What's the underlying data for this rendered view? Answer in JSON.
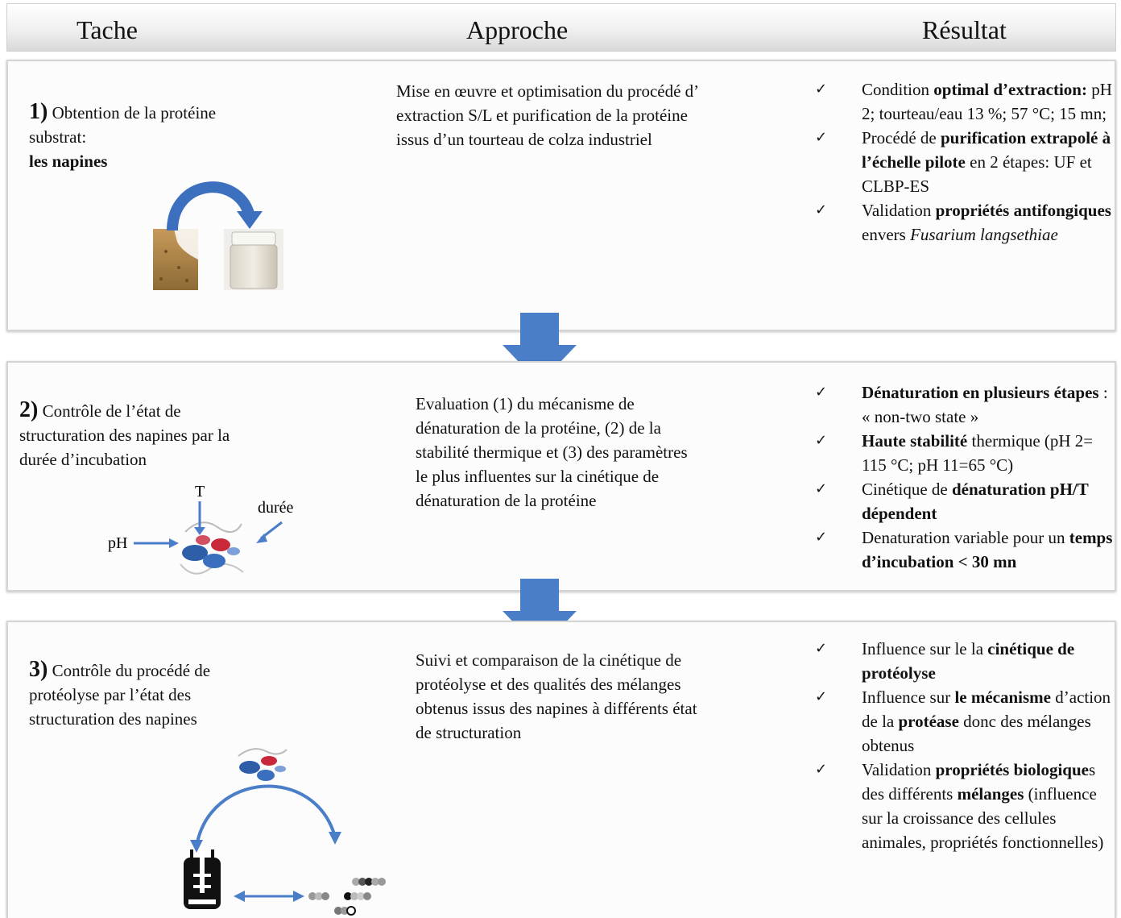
{
  "header": {
    "col_task": "Tache",
    "col_approach": "Approche",
    "col_result": "Résultat"
  },
  "panels": [
    {
      "number": "1)",
      "task_plain": "Obtention de la protéine substrat:",
      "task_bold": "les napines",
      "approach": "Mise en œuvre et optimisation du procédé d’ extraction S/L et purification de la protéine issus d’un tourteau de colza industriel",
      "results": [
        {
          "parts": [
            [
              "Condition ",
              false
            ],
            [
              "optimal d’extraction:",
              true
            ],
            [
              " pH 2; tourteau/eau 13 %; 57 °C; 15 mn;",
              false
            ]
          ]
        },
        {
          "parts": [
            [
              "Procédé de ",
              false
            ],
            [
              "purification extrapolé à l’échelle pilote",
              true
            ],
            [
              " en 2 étapes: UF et CLBP-ES",
              false
            ]
          ]
        },
        {
          "parts": [
            [
              "Validation ",
              false
            ],
            [
              "propriétés antifongiques",
              true
            ],
            [
              " envers ",
              false
            ],
            [
              "Fusarium langsethiae",
              "italic"
            ]
          ]
        }
      ]
    },
    {
      "number": "2)",
      "task_plain": "Contrôle de l’état de structuration des napines par la durée d’incubation",
      "labels": {
        "t": "T",
        "duree": "durée",
        "ph": "pH"
      },
      "approach": "Evaluation (1) du mécanisme de dénaturation de la protéine, (2) de la stabilité thermique et (3) des paramètres le plus influentes sur la cinétique de dénaturation de la protéine",
      "results": [
        {
          "parts": [
            [
              "Dénaturation en plusieurs étapes",
              true
            ],
            [
              " : « non-two state »",
              false
            ]
          ]
        },
        {
          "parts": [
            [
              "Haute stabilité",
              true
            ],
            [
              " thermique (pH 2= 115 °C; pH 11=65 °C)",
              false
            ]
          ]
        },
        {
          "parts": [
            [
              "Cinétique de ",
              false
            ],
            [
              "dénaturation pH/T dépendent",
              true
            ]
          ]
        },
        {
          "parts": [
            [
              "Denaturation variable pour un ",
              false
            ],
            [
              "temps d’incubation < 30 mn",
              true
            ]
          ]
        }
      ]
    },
    {
      "number": "3)",
      "task_plain": "Contrôle du procédé de protéolyse par l’état des structuration des napines",
      "approach": "Suivi et comparaison de la cinétique de protéolyse et des qualités des mélanges obtenus issus des napines à différents état de structuration",
      "results": [
        {
          "parts": [
            [
              "Influence sur le la ",
              false
            ],
            [
              "cinétique de protéolyse",
              true
            ]
          ]
        },
        {
          "parts": [
            [
              "Influence sur ",
              false
            ],
            [
              "le mécanisme",
              true
            ],
            [
              " d’action de la ",
              false
            ],
            [
              "protéase",
              true
            ],
            [
              " donc des mélanges obtenus",
              false
            ]
          ]
        },
        {
          "parts": [
            [
              "Validation ",
              false
            ],
            [
              "propriétés biologique",
              true
            ],
            [
              "s des différents ",
              false
            ],
            [
              "mélanges",
              true
            ],
            [
              " (influence sur la croissance  des cellules animales, propriétés fonctionnelles)",
              false
            ]
          ]
        }
      ]
    }
  ],
  "icons": {
    "check": "checkmark-icon",
    "flow_arrow": "down-arrow-icon",
    "protein": "protein-structure-icon",
    "reactor": "bioreactor-icon",
    "peptides": "peptide-mixture-icon"
  },
  "colors": {
    "arrow_blue": "#4a7ec9",
    "panel_border": "#d4d4d4",
    "helix_red": "#c8283a",
    "helix_blue": "#2f5ea8"
  }
}
